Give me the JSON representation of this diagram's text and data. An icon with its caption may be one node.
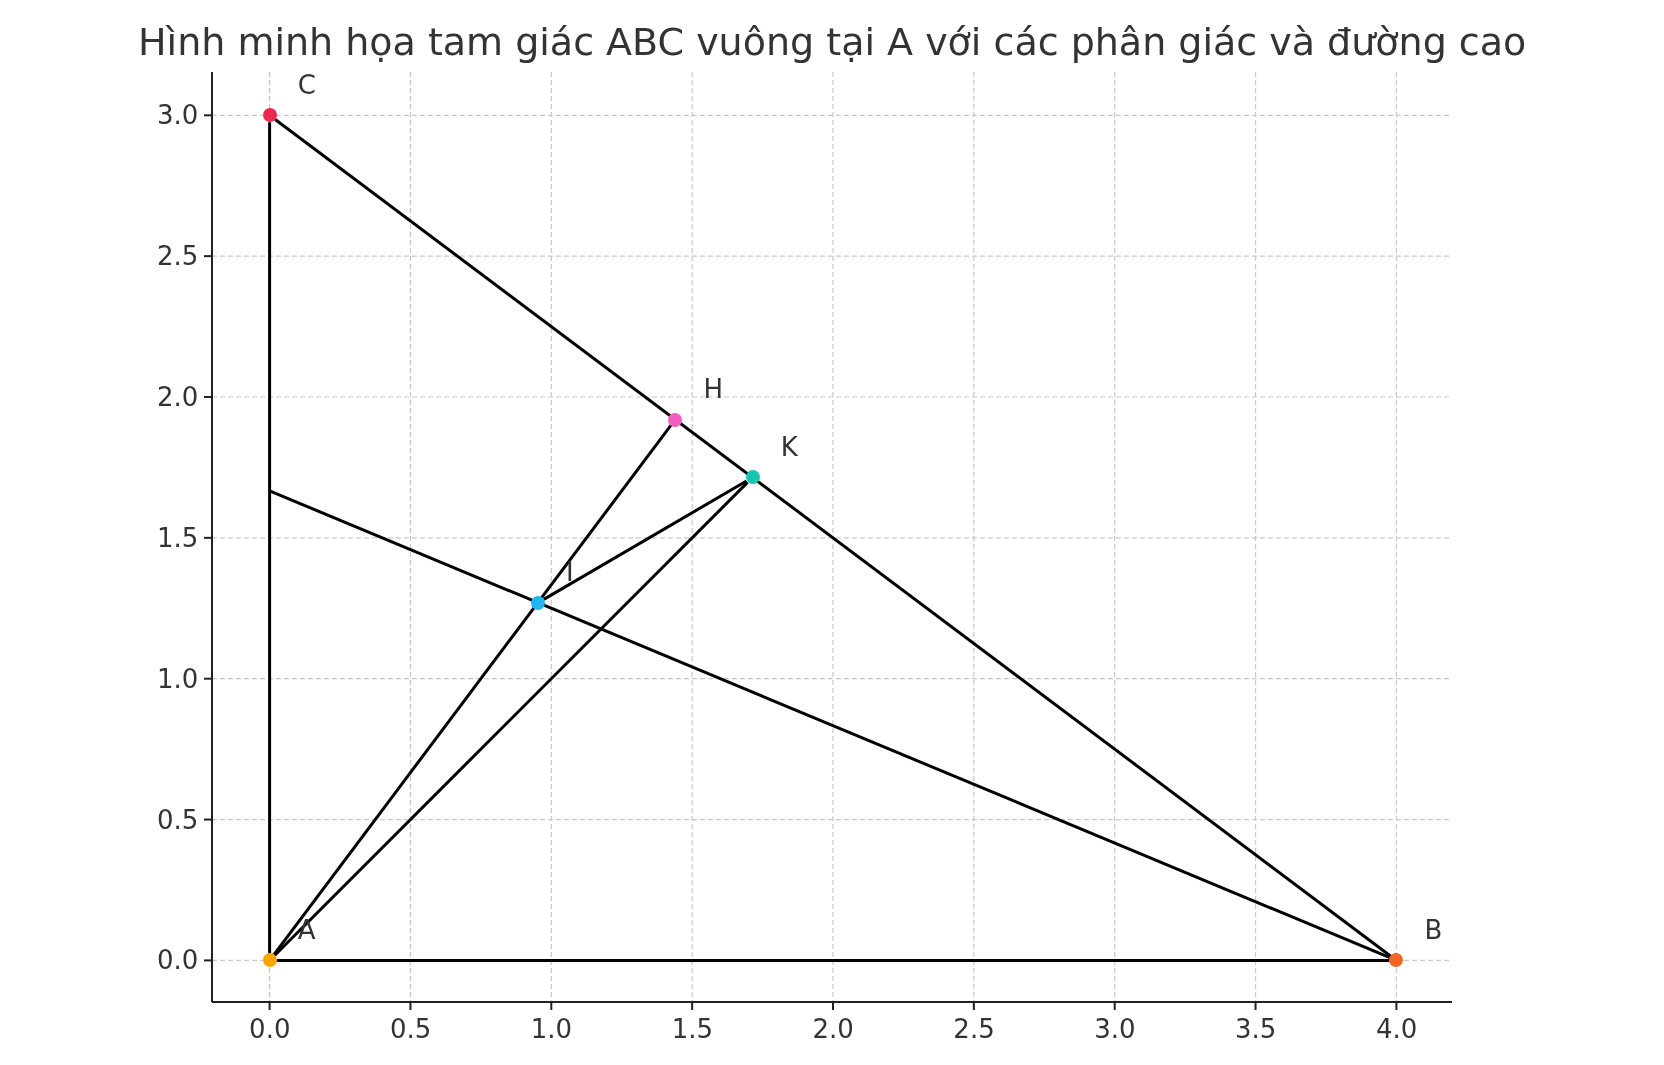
{
  "diagram": {
    "title": "Hình minh họa tam giác ABC vuông tại A với các phân giác và đường cao",
    "nodes": [
      {
        "text": [],
        "shape": "circle",
        "beside": [
          "A"
        ]
      },
      {
        "text": [],
        "shape": "circle",
        "beside": [
          "B"
        ]
      },
      {
        "text": [],
        "shape": "circle",
        "beside": [
          "C"
        ]
      },
      {
        "text": [],
        "shape": "circle",
        "beside": [
          "H"
        ]
      },
      {
        "text": [],
        "shape": "circle",
        "beside": [
          "K"
        ]
      },
      {
        "text": [],
        "shape": "circle",
        "beside": [
          "I"
        ]
      }
    ],
    "edges": [
      {
        "from": 0,
        "to": 1,
        "arrow": "none"
      },
      {
        "from": 0,
        "to": 2,
        "arrow": "none"
      },
      {
        "from": 2,
        "to": 1,
        "arrow": "none"
      },
      {
        "from": 0,
        "to": 3,
        "arrow": "none"
      },
      {
        "from": 0,
        "to": 4,
        "arrow": "none"
      },
      {
        "from": 5,
        "to": 4,
        "arrow": "none"
      },
      {
        "from": 1,
        "to": null,
        "arrow": "none"
      }
    ],
    "labels": [
      "3.0",
      "2.5",
      "2.0",
      "1.5",
      "1.0",
      "0.5",
      "0.0",
      "0.0",
      "0.5",
      "1.0",
      "1.5",
      "2.0",
      "2.5",
      "3.0",
      "3.5",
      "4.0"
    ]
  }
}
